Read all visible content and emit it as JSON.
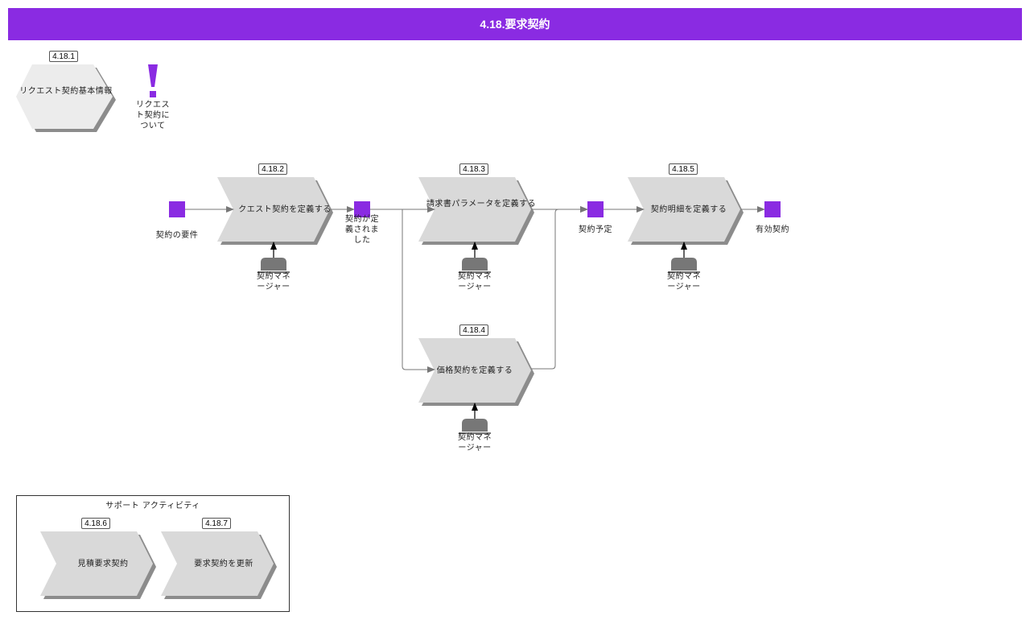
{
  "header": {
    "title": "4.18.要求契約"
  },
  "top": {
    "hex_badge": "4.18.1",
    "hex_label": "リクエスト契約基本情報",
    "note_label": "リクエスト契約について"
  },
  "events": {
    "e1": "契約の要件",
    "e2": "契約が定義されました",
    "e3": "契約予定",
    "e4": "有効契約"
  },
  "functions": {
    "f1": {
      "badge": "4.18.2",
      "label": "クエスト契約を定義する"
    },
    "f2": {
      "badge": "4.18.3",
      "label": "請求書パラメータを定義する"
    },
    "f3": {
      "badge": "4.18.4",
      "label": "価格契約を定義する"
    },
    "f4": {
      "badge": "4.18.5",
      "label": "契約明細を定義する"
    }
  },
  "roles": {
    "r1": "契約マネージャー",
    "r2": "契約マネージャー",
    "r3": "契約マネージャー",
    "r4": "契約マネージャー"
  },
  "support": {
    "title": "サポート アクティビティ",
    "a1": {
      "badge": "4.18.6",
      "label": "見積要求契約"
    },
    "a2": {
      "badge": "4.18.7",
      "label": "要求契約を更新"
    }
  },
  "colors": {
    "header": "#8a2be2",
    "event": "#8a2be2",
    "function_fill": "#d9d9d9",
    "shadow": "#8c8c8c",
    "role": "#777777",
    "connector": "#777777"
  }
}
